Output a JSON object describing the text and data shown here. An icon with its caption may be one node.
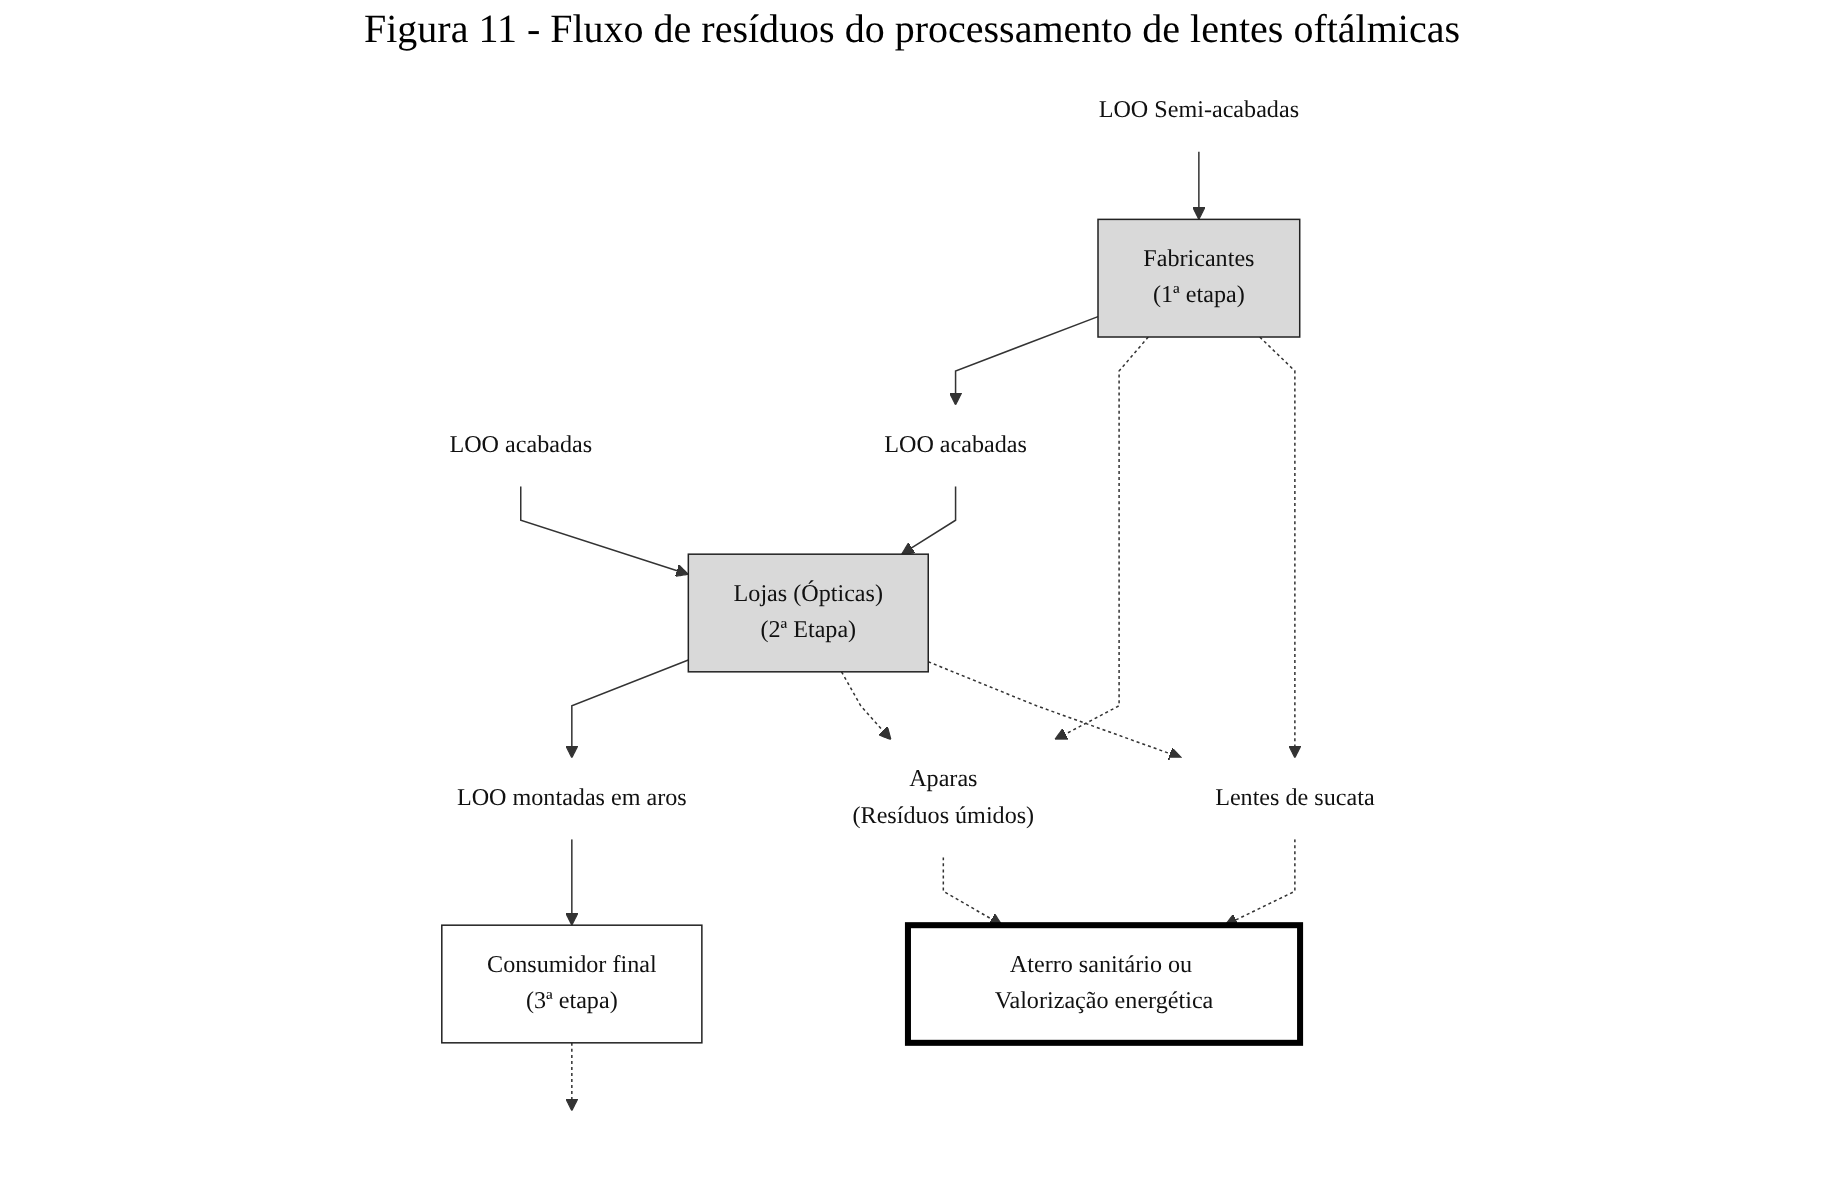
{
  "diagram": {
    "title": "Figura 11 - Fluxo de resíduos do processamento de lentes oftálmicas",
    "nodes": [
      {
        "text": [
          "LOO Semi-acabadas"
        ]
      },
      {
        "text": [
          "LOO acabadas"
        ]
      },
      {
        "text": [
          "Fabricantes",
          "(1ª etapa)"
        ]
      },
      {
        "text": [
          "LOO acabadas"
        ]
      },
      {
        "text": [
          "Lojas (Ópticas)",
          "(2ª Etapa)"
        ]
      },
      {
        "text": [
          "LOO montadas em aros"
        ]
      },
      {
        "text": [
          "Aparas",
          "(Resíduos úmidos)"
        ]
      },
      {
        "text": [
          "Consumidor final",
          "(3ª etapa)"
        ]
      },
      {
        "text": [
          "Lentes de sucata"
        ]
      },
      {
        "text": [
          "Aterro sanitário ou Valorização energética"
        ]
      }
    ],
    "edges": [
      {
        "from": 0,
        "to": 2,
        "arrow": "to"
      },
      {
        "from": 1,
        "to": 4,
        "arrow": "to"
      },
      {
        "from": 2,
        "to": 3,
        "arrow": "to"
      },
      {
        "from": 3,
        "to": 4,
        "arrow": "to"
      },
      {
        "from": 4,
        "to": 5,
        "arrow": "to"
      },
      {
        "from": 5,
        "to": 7,
        "arrow": "to"
      },
      {
        "from": 2,
        "to": 6,
        "arrow": "to",
        "style": "dashed"
      },
      {
        "from": 4,
        "to": 6,
        "arrow": "to",
        "style": "dashed"
      },
      {
        "from": 2,
        "to": 8,
        "arrow": "to",
        "style": "dashed"
      },
      {
        "from": 4,
        "to": 8,
        "arrow": "to",
        "style": "dashed"
      },
      {
        "from": 7,
        "to": null,
        "arrow": "to",
        "style": "dashed"
      },
      {
        "from": 6,
        "to": 9,
        "arrow": "to",
        "style": "dashed"
      },
      {
        "from": 8,
        "to": 9,
        "arrow": "to",
        "style": "dashed"
      }
    ]
  }
}
